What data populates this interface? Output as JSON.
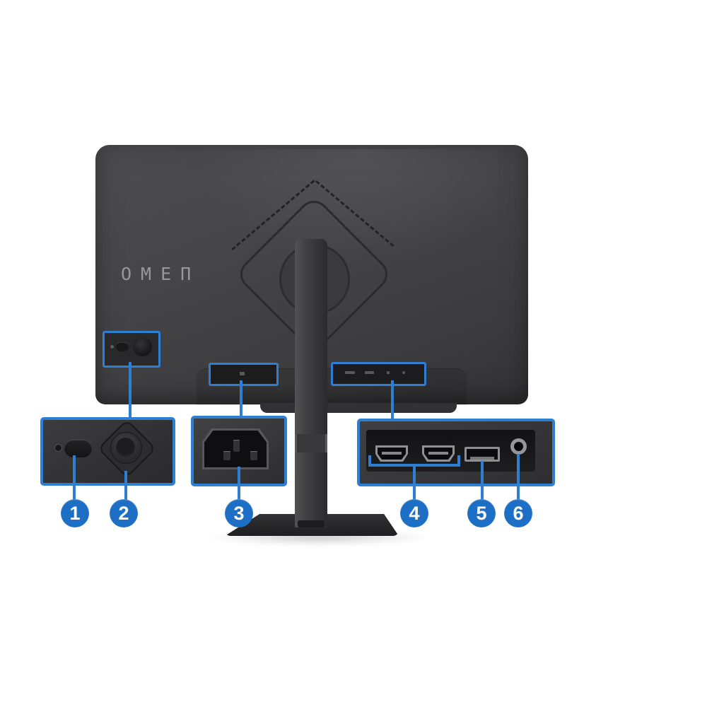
{
  "logo": {
    "text": "OMEΠ"
  },
  "callouts": [
    {
      "number": "1",
      "icon": "power-button-icon"
    },
    {
      "number": "2",
      "icon": "osd-joystick-icon"
    },
    {
      "number": "3",
      "icon": "ac-power-connector-icon"
    },
    {
      "number": "4",
      "icon": "hdmi-ports-icon"
    },
    {
      "number": "5",
      "icon": "displayport-icon"
    },
    {
      "number": "6",
      "icon": "audio-jack-icon"
    }
  ],
  "colors": {
    "background": "#ffffff",
    "annotation_blue": "#2e7ed2",
    "bubble_blue": "#1d6fc5",
    "monitor_body": "#424244",
    "logo_gray": "#97979a"
  }
}
